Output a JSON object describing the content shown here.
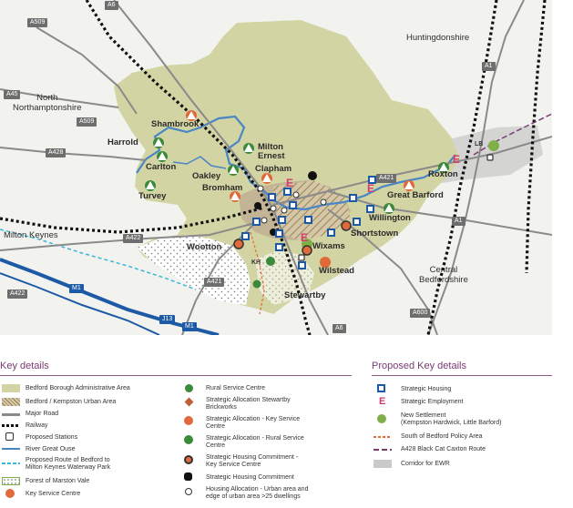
{
  "regions": {
    "huntingdonshire": "Huntingdonshire",
    "north_northamptonshire": "North\nNorthamptonshire",
    "milton_keynes": "Milton Keynes",
    "central_bedfordshire": "Central\nBedfordshire"
  },
  "roads": {
    "a6_top": "A6",
    "a509_top": "A509",
    "a45": "A45",
    "a509_mid": "A509",
    "a428_left": "A428",
    "a421_right": "A421",
    "a1_top": "A1",
    "a1_mid": "A1",
    "a422_mid": "A422",
    "a422_left": "A422",
    "a421_lower": "A421",
    "m1_mid": "M1",
    "j13": "J13",
    "m1_low": "M1",
    "a6_bottom": "A6",
    "a600": "A600"
  },
  "places": {
    "shambrook": "Shambrook",
    "harrold": "Harrold",
    "carlton": "Carlton",
    "milton_ernest": "Milton\nErnest",
    "clapham": "Clapham",
    "oakley": "Oakley",
    "bromham": "Bromham",
    "turvey": "Turvey",
    "roxton": "Roxton",
    "great_barford": "Great Barford",
    "willington": "Willington",
    "shortstown": "Shortstown",
    "wixams": "Wixams",
    "wootton": "Wootton",
    "wilstead": "Wilstead",
    "stewartby": "Stewartby",
    "kh": "KH",
    "lb": "LB"
  },
  "legend": {
    "key_details_title": "Key details",
    "proposed_title": "Proposed Key details",
    "left": [
      "Bedford Borough Administrative Area",
      "Bedford / Kempston Urban Area",
      "Major Road",
      "Railway",
      "Proposed Stations",
      "River Great Ouse",
      "Proposed Route of Bedford to\nMilton Keynes Waterway Park",
      "Forest of Marston Vale",
      "Key Service Centre"
    ],
    "middle": [
      "Rural Service Centre",
      "Strategic Allocation Stewartby\nBrickworks",
      "Strategic Allocation - Key Service\nCentre",
      "Strategic Allocation - Rural Service\nCentre",
      "Strategic Housing Commitment -\nKey Service Centre",
      "Strategic Housing Commitment",
      "Housing Allocation - Urban area and\nedge of urban area >25 dwellings"
    ],
    "right": [
      "Strategic Housing",
      "Strategic Employment",
      "New Settlement\n(Kempston Hardwick, Little Barford)",
      "South of Bedford Policy Area",
      "A428 Black Cat Caxton Route",
      "Corridor for EWR"
    ],
    "employment_letter": "E"
  },
  "colors": {
    "borough": "#d8d8a8",
    "urban": "#c9b592",
    "river": "#4a86c5",
    "forest": "#7fb048",
    "key_service": "#e06a3a",
    "rural_service": "#3a8a3a",
    "employment": "#d63a6e",
    "strategic_housing": "#1d5aa6",
    "ewr": "#c8c8c8",
    "proposed_accent": "#7a3a70"
  }
}
